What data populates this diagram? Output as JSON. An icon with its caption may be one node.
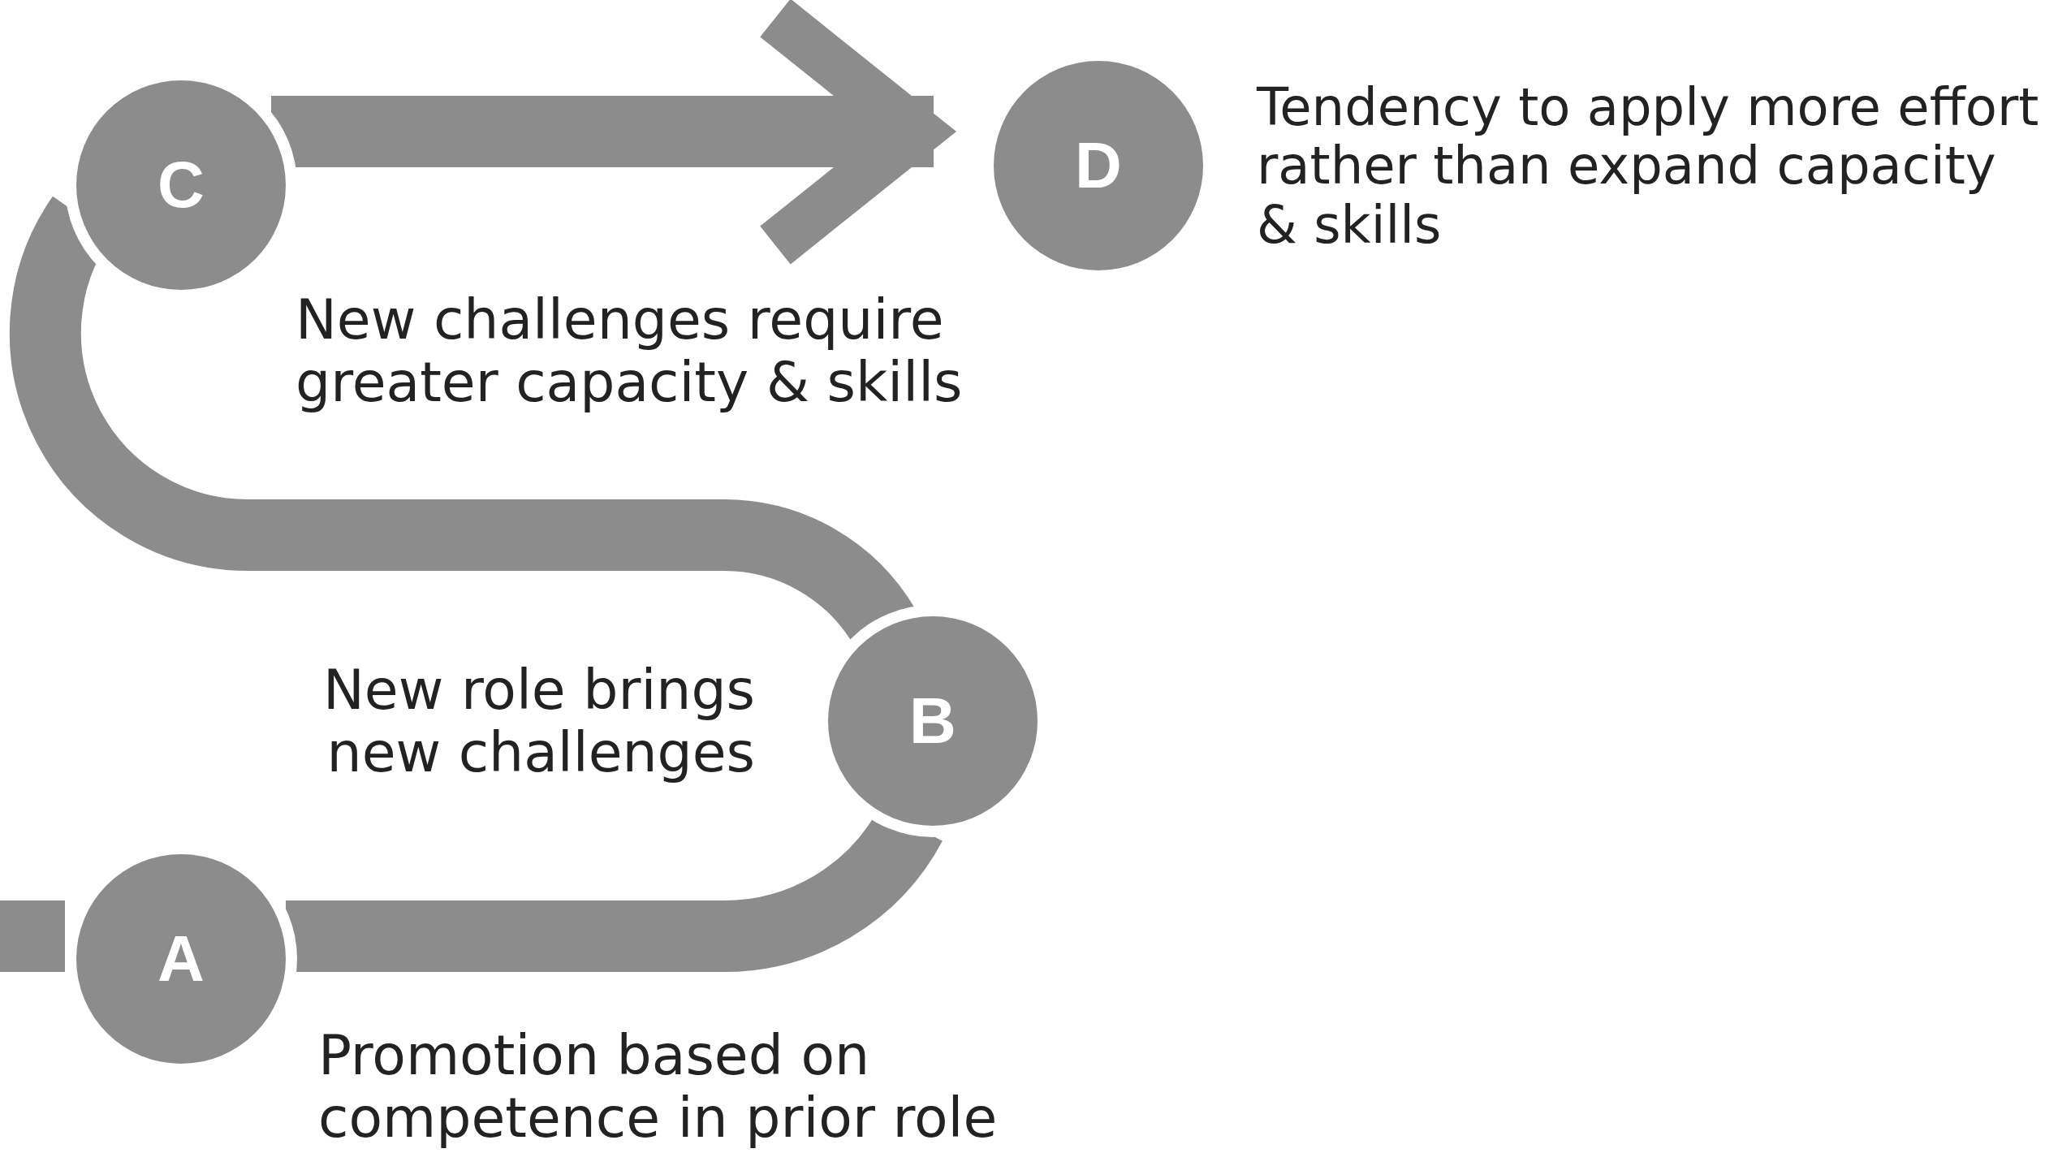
{
  "diagram": {
    "nodes": [
      {
        "text": [
          "A"
        ],
        "beside": [
          "Promotion based on competence in prior role"
        ]
      },
      {
        "text": [
          "B"
        ],
        "beside": [
          "New role brings new challenges"
        ]
      },
      {
        "text": [
          "C"
        ],
        "beside": [
          "New challenges require greater capacity & skills"
        ]
      },
      {
        "text": [
          "D"
        ],
        "beside": [
          "Tendency to apply more effort rather than expand capacity & skills"
        ]
      }
    ],
    "edges": [
      {
        "from": null,
        "to": 0,
        "arrow": "none"
      },
      {
        "from": 0,
        "to": 1,
        "arrow": "none"
      },
      {
        "from": 1,
        "to": 2,
        "arrow": "none"
      },
      {
        "from": 2,
        "to": 3,
        "arrow": "to"
      }
    ]
  }
}
